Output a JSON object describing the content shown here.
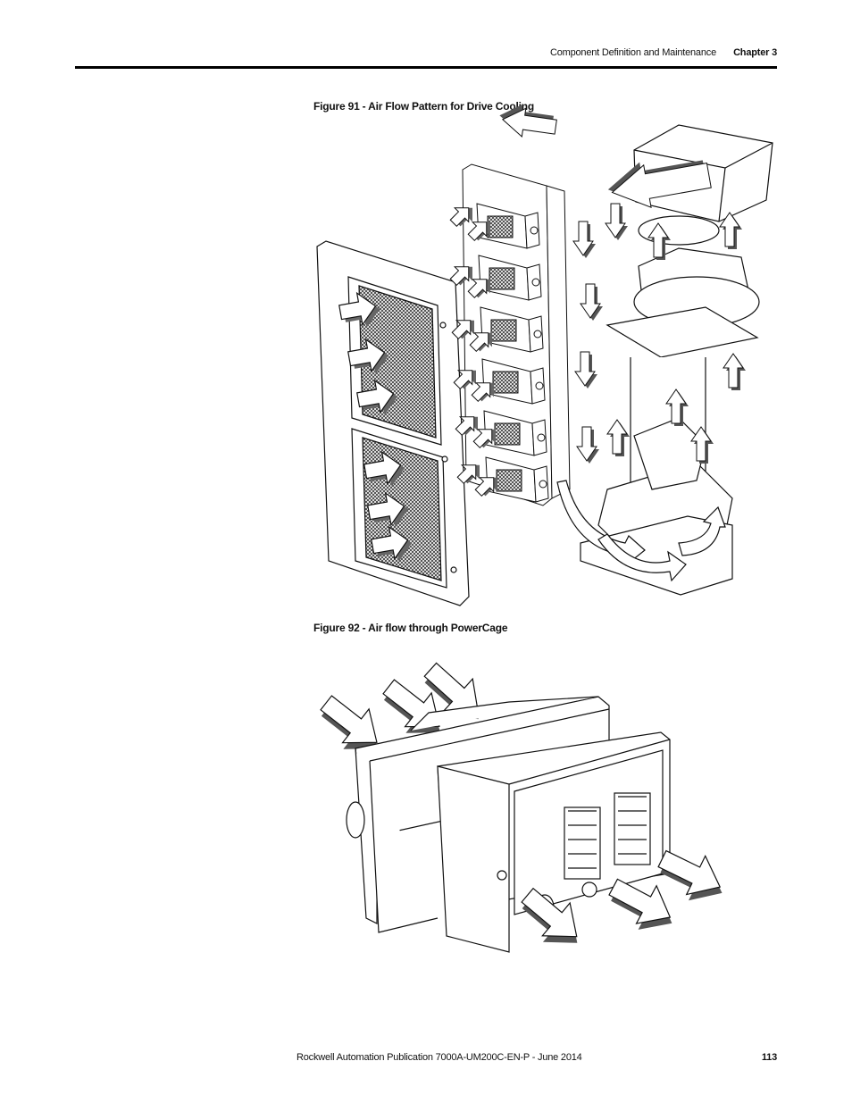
{
  "header": {
    "section_title": "Component Definition and Maintenance",
    "chapter": "Chapter 3"
  },
  "figures": [
    {
      "caption": "Figure 91 - Air Flow Pattern for Drive Cooling"
    },
    {
      "caption": "Figure 92 - Air flow through PowerCage"
    }
  ],
  "footer": {
    "publication": "Rockwell Automation Publication 7000A-UM200C-EN-P - June 2014",
    "page_number": "113"
  }
}
